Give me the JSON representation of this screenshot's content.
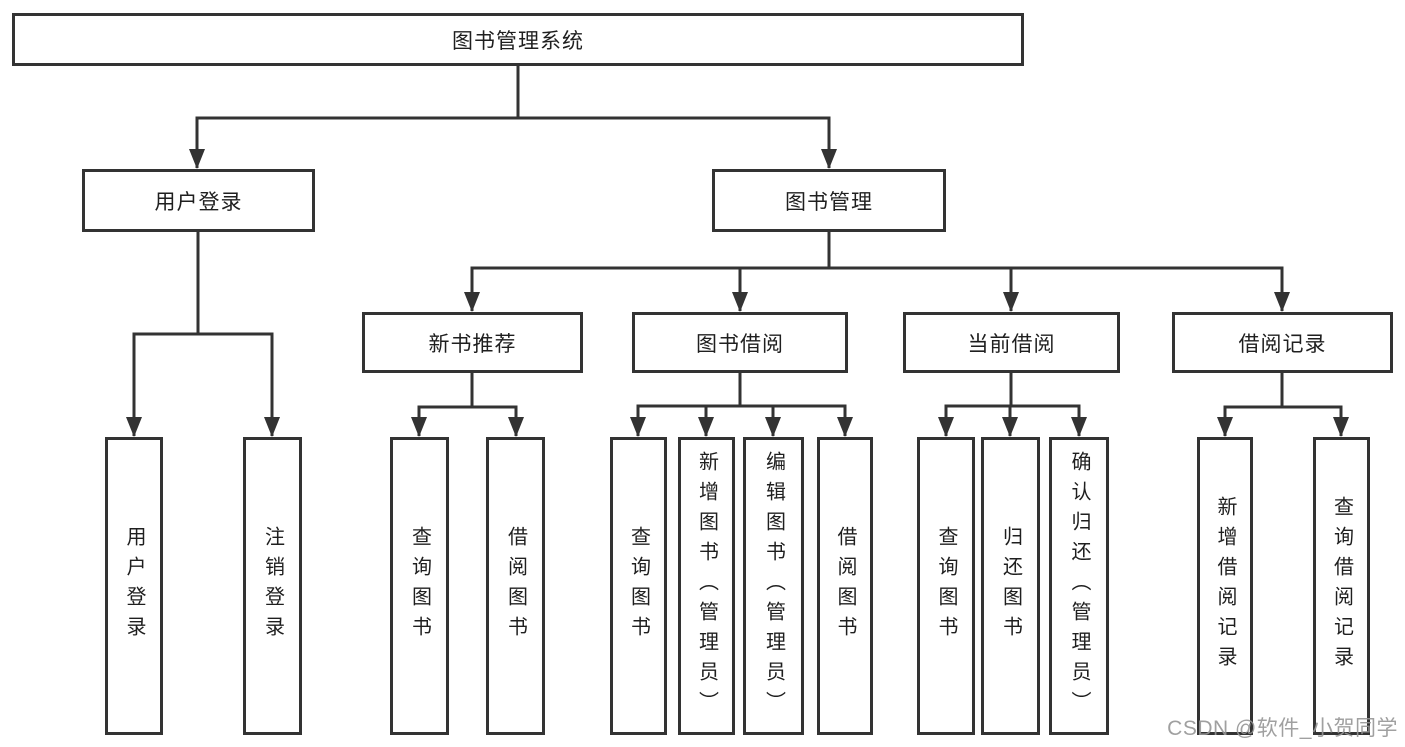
{
  "tree": {
    "root": {
      "label": "图书管理系统"
    },
    "branches": [
      {
        "label": "用户登录",
        "children": [
          {
            "label": "用户登录"
          },
          {
            "label": "注销登录"
          }
        ]
      },
      {
        "label": "图书管理",
        "sections": [
          {
            "label": "新书推荐",
            "children": [
              {
                "label": "查询图书"
              },
              {
                "label": "借阅图书"
              }
            ]
          },
          {
            "label": "图书借阅",
            "children": [
              {
                "label": "查询图书"
              },
              {
                "label": "新增图书（管理员）"
              },
              {
                "label": "编辑图书（管理员）"
              },
              {
                "label": "借阅图书"
              }
            ]
          },
          {
            "label": "当前借阅",
            "children": [
              {
                "label": "查询图书"
              },
              {
                "label": "归还图书"
              },
              {
                "label": "确认归还（管理员）"
              }
            ]
          },
          {
            "label": "借阅记录",
            "children": [
              {
                "label": "新增借阅记录"
              },
              {
                "label": "查询借阅记录"
              }
            ]
          }
        ]
      }
    ]
  },
  "watermark": {
    "text": "CSDN @软件_小贺同学"
  },
  "colors": {
    "line": "#333333",
    "text": "#1f1f1f",
    "watermark": "#969696",
    "bg": "#ffffff"
  }
}
